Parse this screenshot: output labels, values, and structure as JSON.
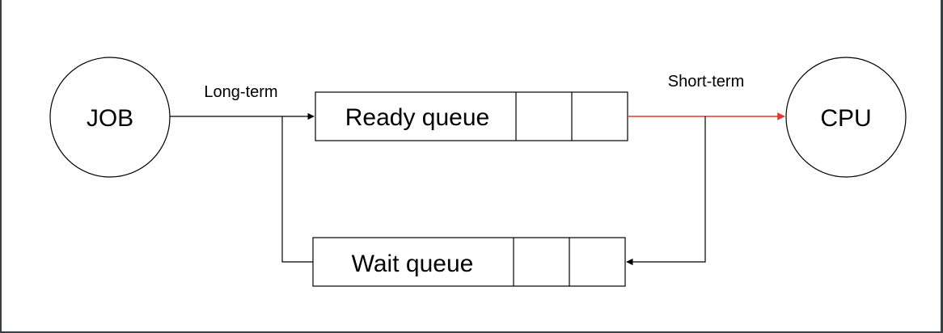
{
  "nodes": {
    "job": "JOB",
    "cpu": "CPU"
  },
  "queues": {
    "ready": "Ready queue",
    "wait": "Wait queue"
  },
  "edges": {
    "long_term": "Long-term",
    "short_term": "Short-term"
  },
  "colors": {
    "line": "#000000",
    "highlight": "#e53935",
    "frame": "#3a3f44"
  }
}
